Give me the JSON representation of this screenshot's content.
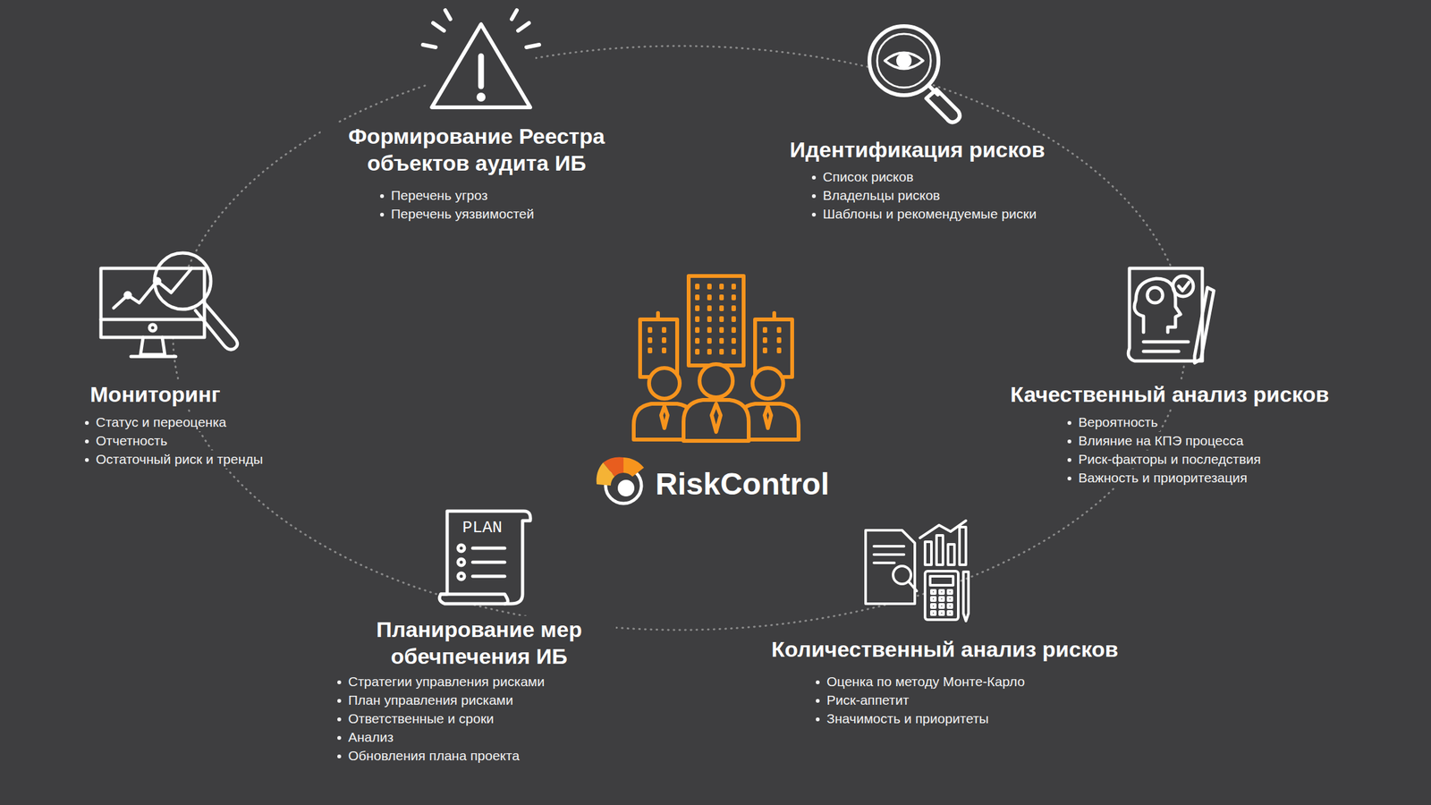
{
  "diagram": {
    "nodes": [
      {
        "text": [
          "Формирование Реестра объектов аудита ИБ",
          "Перечень угроз",
          "Перечень уязвимостей"
        ]
      },
      {
        "text": [
          "Идентификация рисков",
          "Список рисков",
          "Владельцы рисков",
          "Шаблоны и рекомендуемые риски"
        ]
      },
      {
        "text": [
          "Мониторинг",
          "Статус и переоценка",
          "Отчетность",
          "Остаточный риск и тренды"
        ]
      },
      {
        "text": [
          "Качественный анализ рисков",
          "Вероятность",
          "Влияние на КПЭ процесса",
          "Риск-факторы и последствия",
          "Важность и приоритезация"
        ]
      },
      {
        "text": [
          "Планирование мер обечпечения ИБ",
          "Стратегии управления рисками",
          "План управления рисками",
          "Ответственные и сроки",
          "Анализ",
          "Обновления плана проекта"
        ]
      },
      {
        "text": [
          "Количественный анализ рисков",
          "Оценка по методу Монте-Карло",
          "Риск-аппетит",
          "Значимость и приоритеты"
        ]
      }
    ],
    "labels": [
      "PLAN",
      "RiskControl"
    ]
  }
}
